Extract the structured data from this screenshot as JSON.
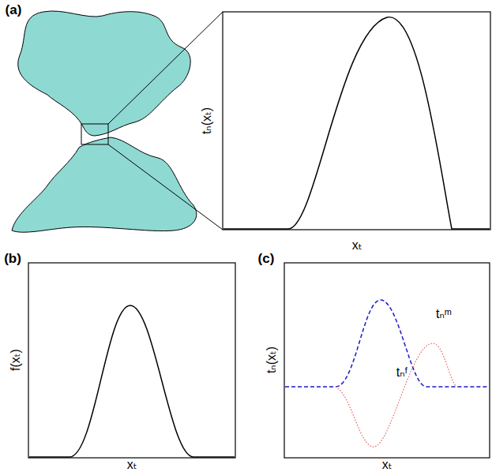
{
  "diagram": {
    "labels": [
      "(a)",
      "tₙ(xₜ)",
      "xₜ",
      "(b)",
      "f(xₜ)",
      "xₜ",
      "(c)",
      "tₙ(xₜ)",
      "xₜ",
      "tₙᵐ",
      "tₙᶠ"
    ]
  }
}
